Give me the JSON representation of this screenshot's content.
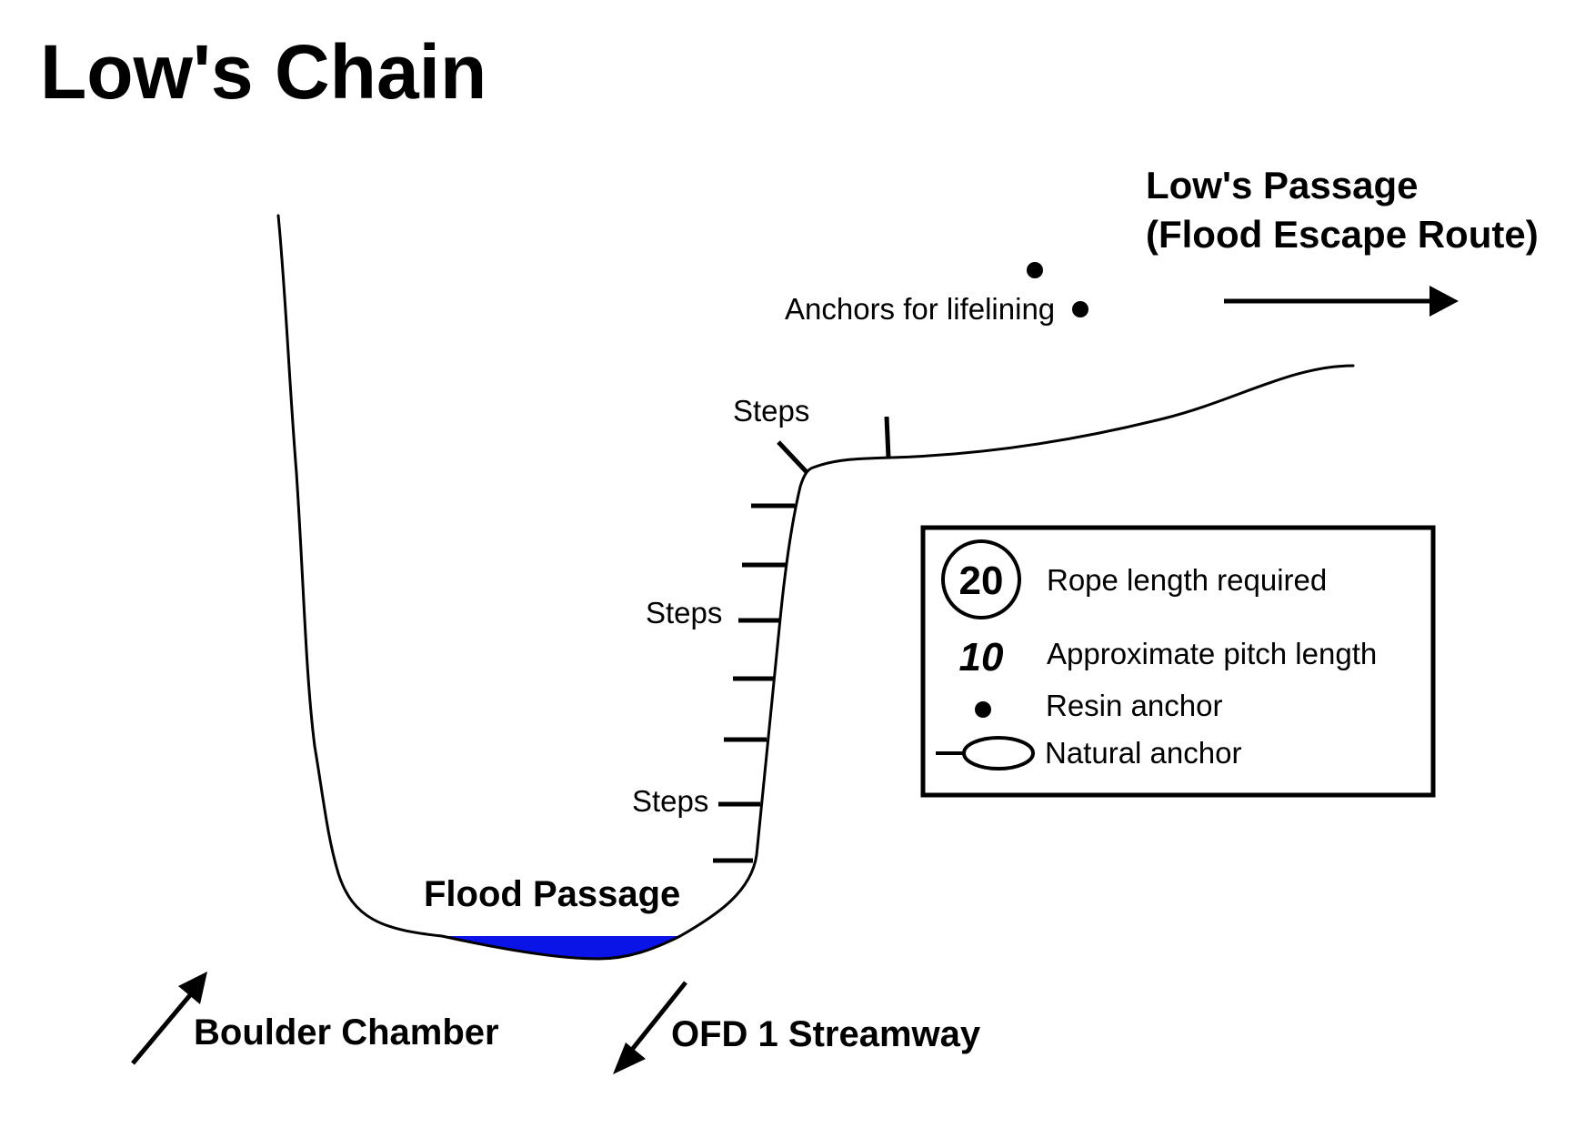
{
  "title": "Low's Chain",
  "labels": {
    "lows_passage_line1": "Low's Passage",
    "lows_passage_line2": "(Flood Escape Route)",
    "anchors_lifelining": "Anchors for lifelining",
    "steps_top": "Steps",
    "steps_middle": "Steps",
    "steps_bottom": "Steps",
    "flood_passage": "Flood Passage",
    "boulder_chamber": "Boulder Chamber",
    "ofd1_streamway": "OFD 1 Streamway"
  },
  "legend": {
    "rope_symbol": "20",
    "rope_text": "Rope length required",
    "pitch_symbol": "10",
    "pitch_text": "Approximate pitch length",
    "resin_text": "Resin anchor",
    "natural_text": "Natural anchor"
  },
  "colors": {
    "water": "#0a14e6",
    "ink": "#000000"
  }
}
